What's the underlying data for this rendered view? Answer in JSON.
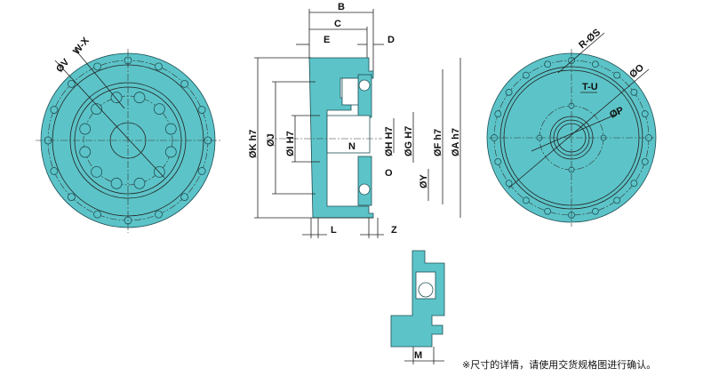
{
  "colors": {
    "body": "#5cc4c8",
    "line": "#1d4f55"
  },
  "front_view": {
    "labels": {
      "v": "ØV",
      "wx": "W-X"
    }
  },
  "section_view": {
    "labels": {
      "b": "B",
      "c": "C",
      "e": "E",
      "d": "D",
      "k": "ØK h7",
      "j": "ØJ",
      "i": "ØI H7",
      "n": "N",
      "h": "ØH H7",
      "g": "ØG H7",
      "f": "ØF h7",
      "a": "ØA h7",
      "o": "O",
      "y": "ØY",
      "l": "L",
      "z": "Z"
    }
  },
  "rear_view": {
    "labels": {
      "rs": "R-ØS",
      "o": "ØO",
      "tu": "T-U",
      "p": "ØP"
    }
  },
  "detail_view": {
    "labels": {
      "m": "M"
    }
  },
  "note": "※尺寸的详情，请使用交货规格图进行确认。"
}
